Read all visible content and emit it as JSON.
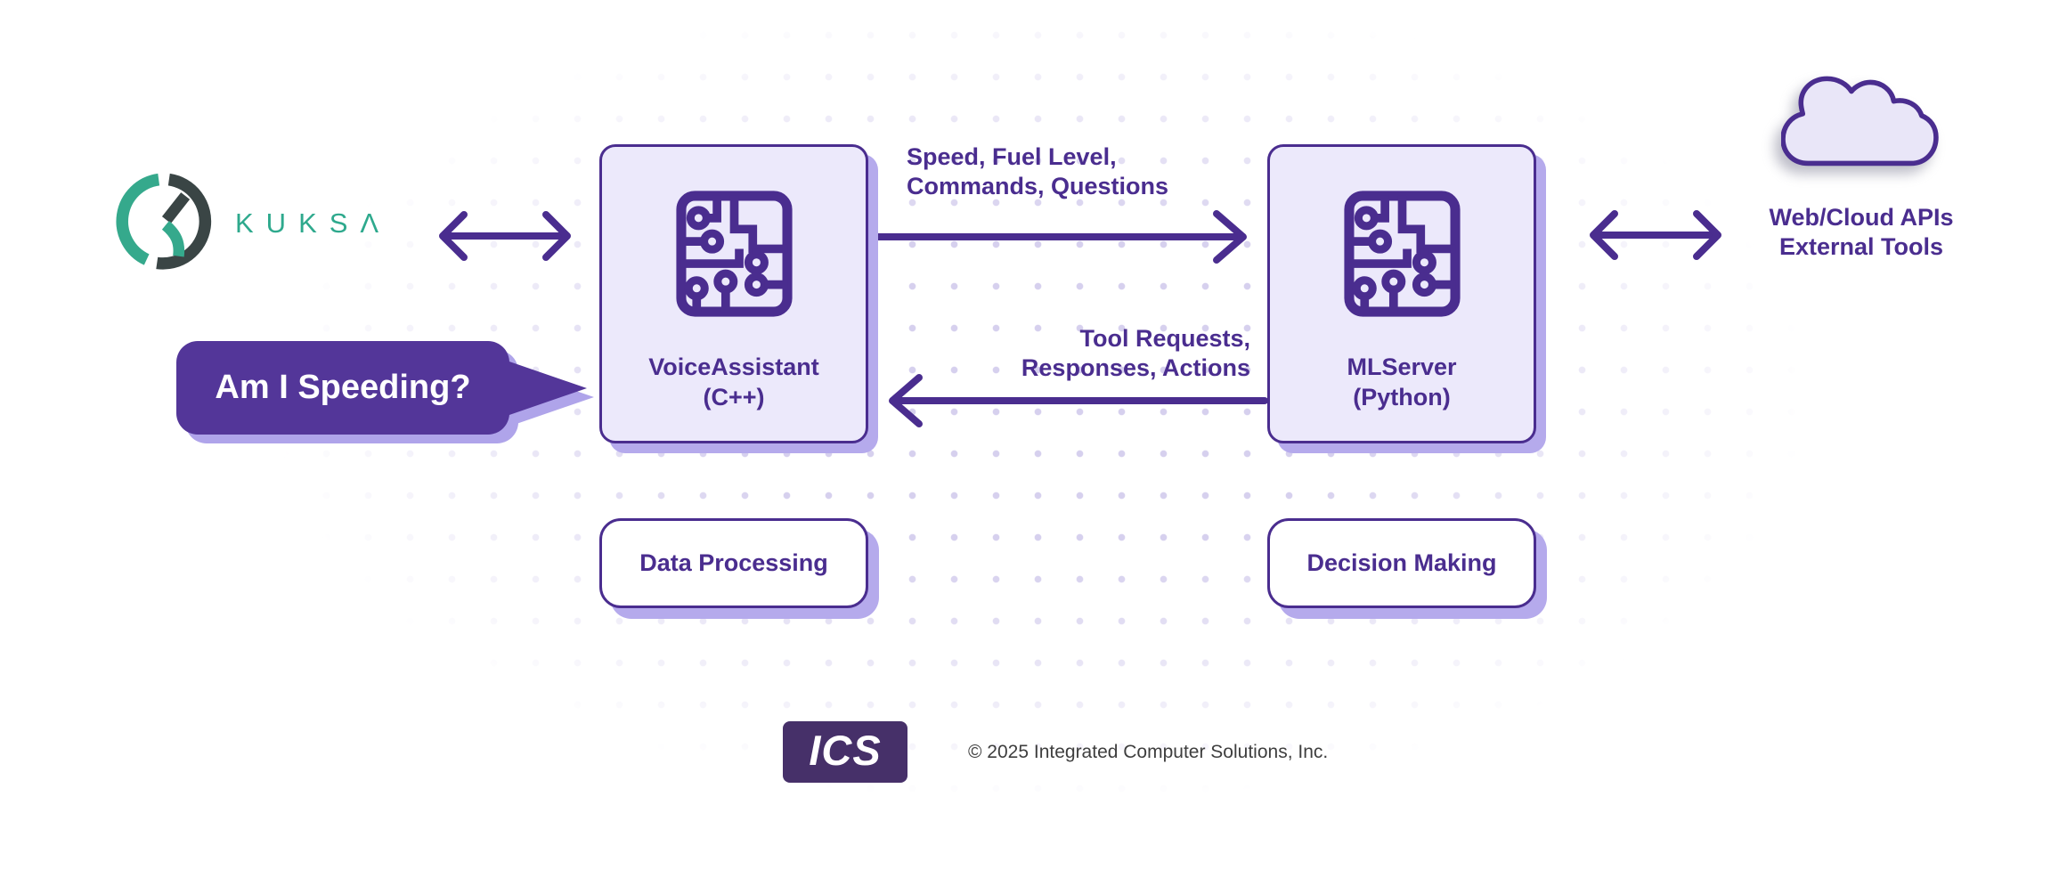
{
  "brand": {
    "kuksa_text": "KUKSΛ"
  },
  "speech_bubble": {
    "text": "Am I Speeding?"
  },
  "voice_node": {
    "title": "VoiceAssistant",
    "subtitle": "(C++)"
  },
  "ml_node": {
    "title": "MLServer",
    "subtitle": "(Python)"
  },
  "arrow_labels": {
    "voice_to_ml_line1": "Speed, Fuel Level,",
    "voice_to_ml_line2": "Commands, Questions",
    "ml_to_voice_line1": "Tool Requests,",
    "ml_to_voice_line2": "Responses, Actions"
  },
  "cloud": {
    "line1": "Web/Cloud APIs",
    "line2": "External Tools"
  },
  "function_boxes": {
    "voice": "Data Processing",
    "ml": "Decision Making"
  },
  "footer": {
    "ics_logo_text": "ICS",
    "copyright": "© 2025 Integrated Computer Solutions, Inc."
  },
  "colors": {
    "primary_purple": "#4A2D8F",
    "bubble_purple": "#533699",
    "panel_lavender": "#ECE9FB",
    "shadow_lavender": "#B5AAEC",
    "kuksa_teal": "#2EA98D",
    "kuksa_dark": "#3A4545",
    "ics_purple": "#463069"
  }
}
